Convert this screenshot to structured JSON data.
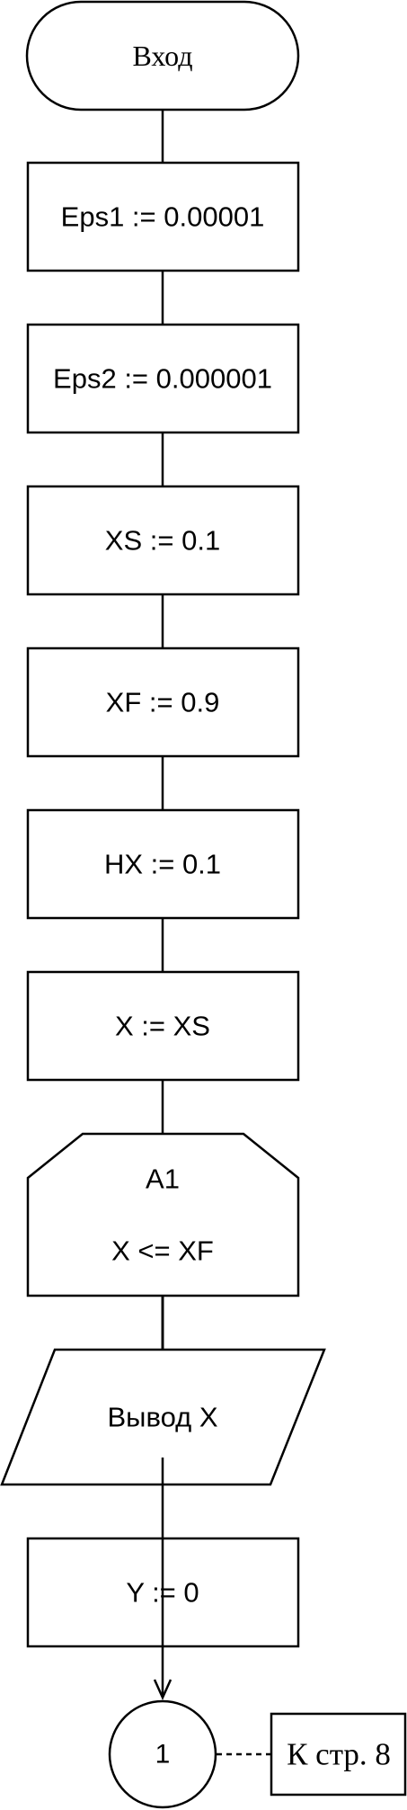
{
  "flowchart": {
    "start_label": "Вход",
    "steps": [
      {
        "type": "process",
        "text": "Eps1 := 0.00001"
      },
      {
        "type": "process",
        "text": "Eps2 := 0.000001"
      },
      {
        "type": "process",
        "text": "XS := 0.1"
      },
      {
        "type": "process",
        "text": "XF := 0.9"
      },
      {
        "type": "process",
        "text": "HX := 0.1"
      },
      {
        "type": "process",
        "text": "X := XS"
      }
    ],
    "loop": {
      "name": "A1",
      "condition": "X <= XF"
    },
    "output": {
      "text": "Вывод X"
    },
    "final_process": {
      "text": "Y := 0"
    },
    "connector": {
      "label": "1"
    },
    "page_ref": {
      "text": "К стр. 8"
    }
  }
}
